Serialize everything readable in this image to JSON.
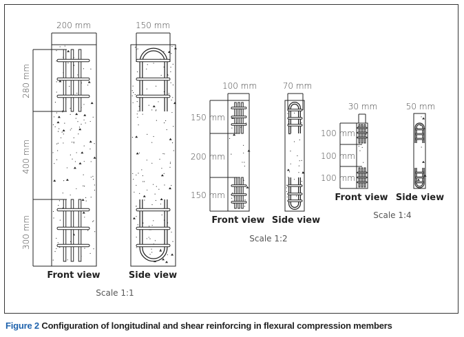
{
  "scale_1_1": {
    "width_front": "200 mm",
    "width_side": "150 mm",
    "heights": [
      "280 mm",
      "400 mm",
      "300 mm"
    ],
    "front_label": "Front view",
    "side_label": "Side view",
    "scale": "Scale 1:1"
  },
  "scale_1_2": {
    "width_front": "100 mm",
    "width_side": "70 mm",
    "heights": [
      "150 mm",
      "200 mm",
      "150 mm"
    ],
    "front_label": "Front view",
    "side_label": "Side view",
    "scale": "Scale 1:2"
  },
  "scale_1_4": {
    "width_front": "30 mm",
    "width_side": "50 mm",
    "heights": [
      "100 mm",
      "100 mm",
      "100 mm"
    ],
    "front_label": "Front view",
    "side_label": "Side view",
    "scale": "Scale 1:4"
  },
  "caption": {
    "figure": "Figure 2",
    "text": " Configuration of longitudinal and shear reinforcing in flexural compression members"
  }
}
